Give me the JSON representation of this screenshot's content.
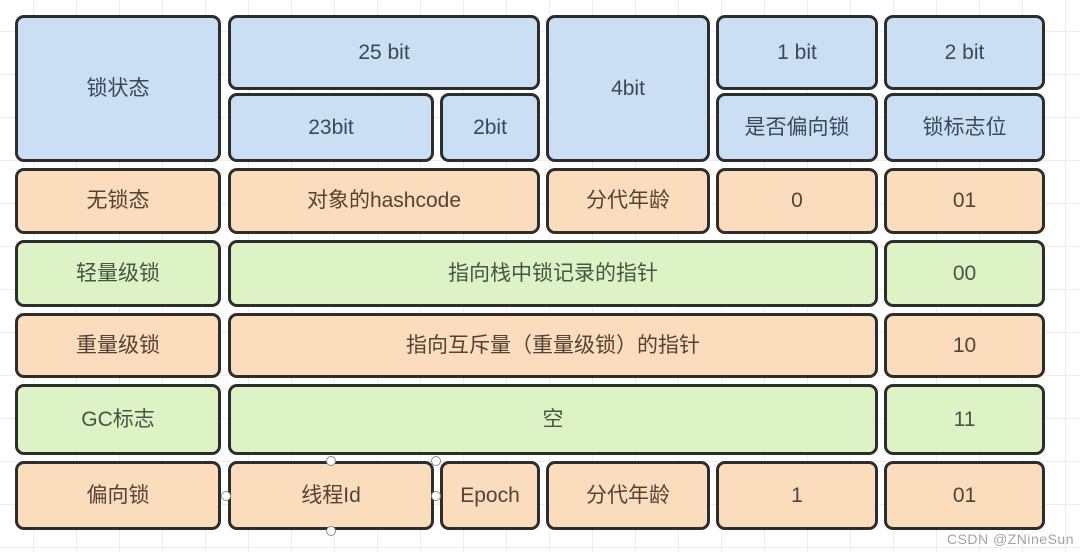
{
  "header": {
    "lock_state": "锁状态",
    "bits25": "25 bit",
    "bits23": "23bit",
    "bits2_sub": "2bit",
    "bits4": "4bit",
    "bits1": "1 bit",
    "is_biased_lock": "是否偏向锁",
    "bits2": "2 bit",
    "lock_flag_bits": "锁标志位"
  },
  "rows": {
    "no_lock": {
      "label": "无锁态",
      "hashcode": "对象的hashcode",
      "gen_age": "分代年龄",
      "biased": "0",
      "flag": "01"
    },
    "lightweight": {
      "label": "轻量级锁",
      "pointer": "指向栈中锁记录的指针",
      "flag": "00"
    },
    "heavyweight": {
      "label": "重量级锁",
      "pointer": "指向互斥量（重量级锁）的指针",
      "flag": "10"
    },
    "gc_mark": {
      "label": "GC标志",
      "content": "空",
      "flag": "11"
    },
    "biased": {
      "label": "偏向锁",
      "thread_id": "线程Id",
      "epoch": "Epoch",
      "gen_age": "分代年龄",
      "biased": "1",
      "flag": "01"
    }
  },
  "watermark": "CSDN @ZNineSun",
  "colors": {
    "header_fill": "#cbdff4",
    "orange_fill": "#fbdcbd",
    "green_fill": "#ddf3c6",
    "border": "#2d2d2d",
    "grid_line": "#ededed"
  }
}
